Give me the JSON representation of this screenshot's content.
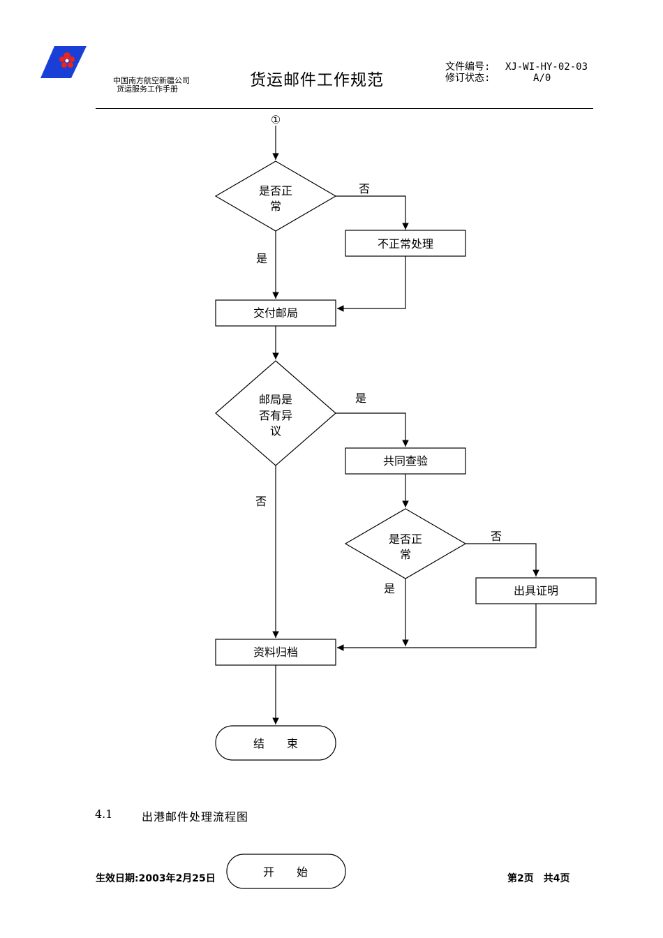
{
  "header": {
    "company_name": "中国南方航空新疆公司",
    "manual_name": "货运服务工作手册",
    "document_title": "货运邮件工作规范",
    "doc_number_label": "文件编号:",
    "doc_number_value": "XJ-WI-HY-02-03",
    "revision_label": "修订状态:",
    "revision_value": "A/0",
    "colors": {
      "logo_blue": "#1a3fd6",
      "logo_red": "#e8261f"
    }
  },
  "flowchart": {
    "connector": "①",
    "decision1": {
      "line1": "是否正",
      "line2": "常"
    },
    "decision1_no": "否",
    "decision1_yes": "是",
    "abnormal_process": "不正常处理",
    "deliver_post": "交付邮局",
    "decision2": {
      "line1": "邮局是",
      "line2": "否有异",
      "line3": "议"
    },
    "decision2_yes": "是",
    "decision2_no": "否",
    "joint_inspection": "共同查验",
    "decision3": {
      "line1": "是否正",
      "line2": "常"
    },
    "decision3_no": "否",
    "decision3_yes": "是",
    "issue_certificate": "出具证明",
    "archive": "资料归档",
    "end": "结　　束"
  },
  "section": {
    "number": "4.1",
    "title": "出港邮件处理流程图",
    "start": "开　　始"
  },
  "footer": {
    "effective_date": "生效日期:2003年2月25日",
    "page_info": "第2页　共4页"
  }
}
